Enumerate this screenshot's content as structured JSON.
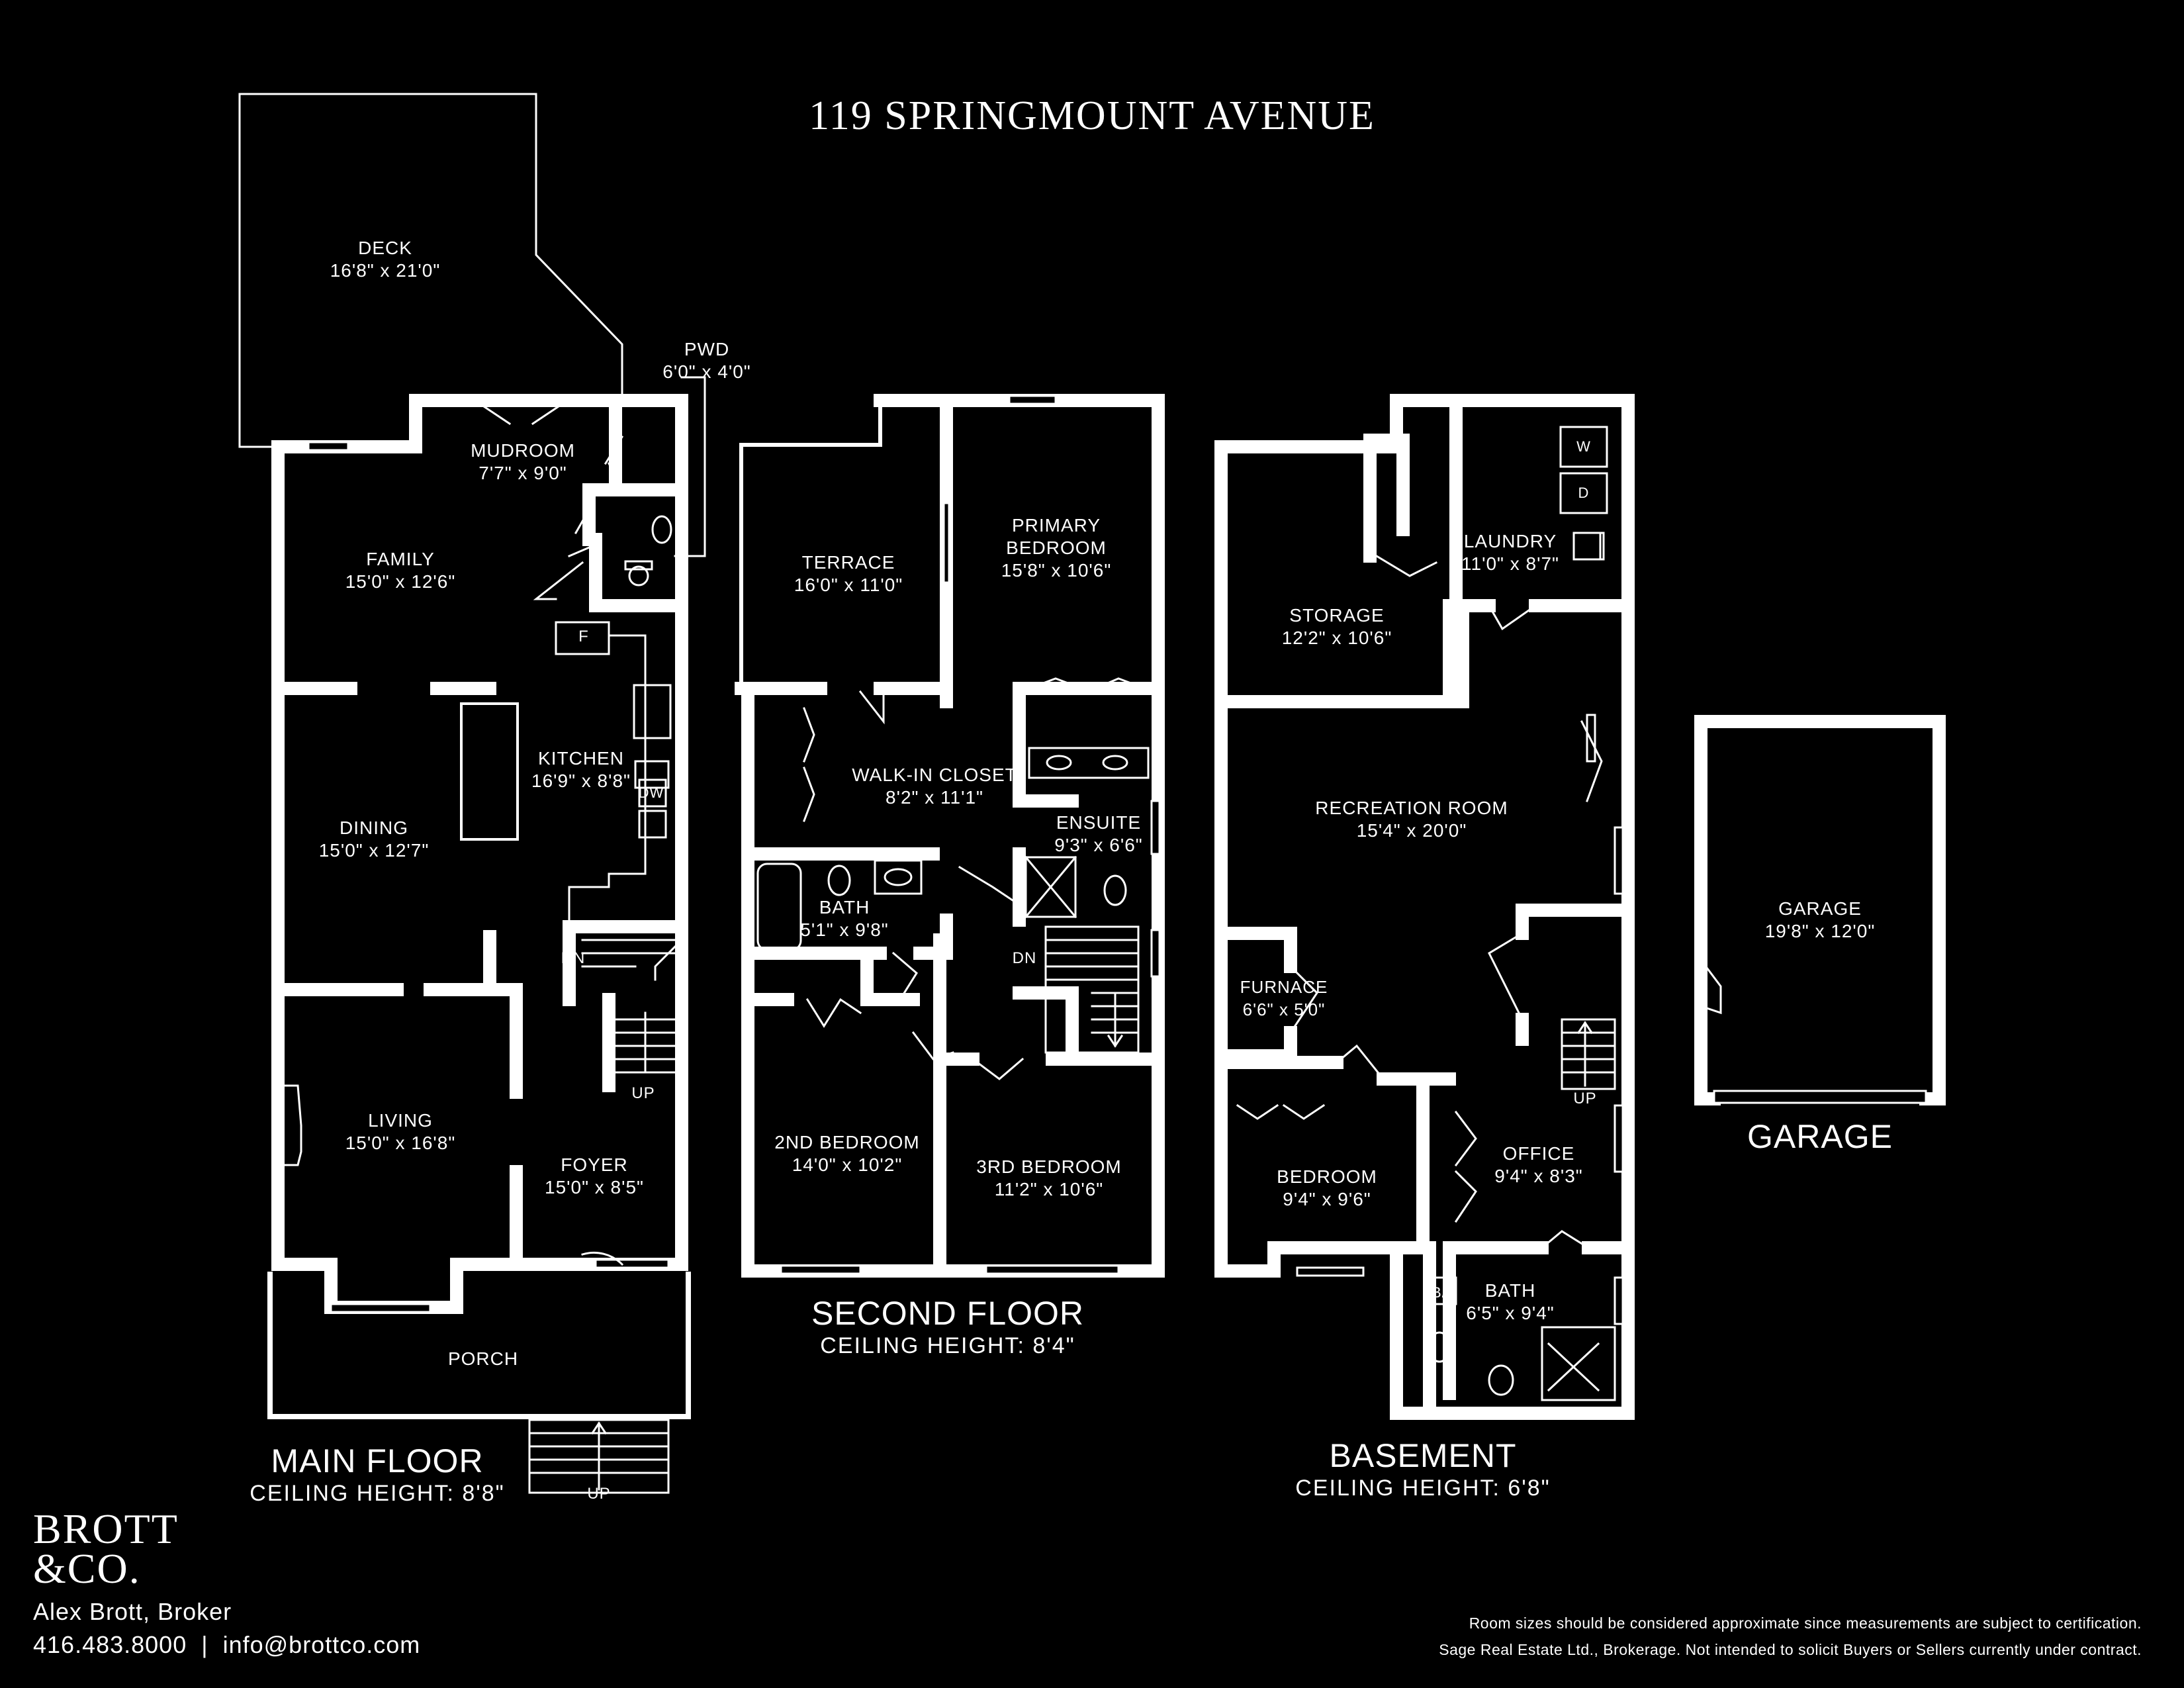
{
  "title": "119 SPRINGMOUNT AVENUE",
  "rooms": [
    {
      "id": "deck",
      "name": "DECK",
      "dim": "16'8\" x 21'0\""
    },
    {
      "id": "pwd",
      "name": "PWD",
      "dim": "6'0\" x 4'0\""
    },
    {
      "id": "mudroom",
      "name": "MUDROOM",
      "dim": "7'7\" x 9'0\""
    },
    {
      "id": "family",
      "name": "FAMILY",
      "dim": "15'0\" x 12'6\""
    },
    {
      "id": "kitchen",
      "name": "KITCHEN",
      "dim": "16'9\" x 8'8\""
    },
    {
      "id": "dining",
      "name": "DINING",
      "dim": "15'0\" x 12'7\""
    },
    {
      "id": "living",
      "name": "LIVING",
      "dim": "15'0\" x 16'8\""
    },
    {
      "id": "foyer",
      "name": "FOYER",
      "dim": "15'0\" x 8'5\""
    },
    {
      "id": "porch",
      "name": "PORCH",
      "dim": ""
    },
    {
      "id": "terrace",
      "name": "TERRACE",
      "dim": "16'0\" x 11'0\""
    },
    {
      "id": "primary",
      "name": "PRIMARY BEDROOM",
      "dim": "15'8\" x 10'6\""
    },
    {
      "id": "walkin",
      "name": "WALK-IN CLOSET",
      "dim": "8'2\" x 11'1\""
    },
    {
      "id": "ensuite",
      "name": "ENSUITE",
      "dim": "9'3\" x 6'6\""
    },
    {
      "id": "bath2",
      "name": "BATH",
      "dim": "5'1\" x 9'8\""
    },
    {
      "id": "bed2",
      "name": "2ND BEDROOM",
      "dim": "14'0\" x 10'2\""
    },
    {
      "id": "bed3",
      "name": "3RD BEDROOM",
      "dim": "11'2\" x 10'6\""
    },
    {
      "id": "storage",
      "name": "STORAGE",
      "dim": "12'2\" x 10'6\""
    },
    {
      "id": "laundry",
      "name": "LAUNDRY",
      "dim": "11'0\" x 8'7\""
    },
    {
      "id": "rec",
      "name": "RECREATION ROOM",
      "dim": "15'4\" x 20'0\""
    },
    {
      "id": "furnace",
      "name": "FURNACE",
      "dim": "6'6\" x 5'0\""
    },
    {
      "id": "bsbed",
      "name": "BEDROOM",
      "dim": "9'4\" x 9'6\""
    },
    {
      "id": "office",
      "name": "OFFICE",
      "dim": "9'4\" x 8'3\""
    },
    {
      "id": "bsbath",
      "name": "BATH",
      "dim": "6'5\" x 9'4\""
    },
    {
      "id": "garage",
      "name": "GARAGE",
      "dim": "19'8\" x 12'0\""
    }
  ],
  "markers": [
    {
      "id": "fridge",
      "text": "F"
    },
    {
      "id": "dw",
      "text": "DW"
    },
    {
      "id": "dn1",
      "text": "DN"
    },
    {
      "id": "up1",
      "text": "UP"
    },
    {
      "id": "up2",
      "text": "UP"
    },
    {
      "id": "dn2",
      "text": "DN"
    },
    {
      "id": "up3",
      "text": "UP"
    },
    {
      "id": "washer",
      "text": "W"
    },
    {
      "id": "dryer",
      "text": "D"
    },
    {
      "id": "bi",
      "text": "B/I"
    }
  ],
  "floors": [
    {
      "id": "main",
      "name": "MAIN FLOOR",
      "ceiling": "CEILING HEIGHT: 8'8\""
    },
    {
      "id": "second",
      "name": "SECOND FLOOR",
      "ceiling": "CEILING HEIGHT: 8'4\""
    },
    {
      "id": "basement",
      "name": "BASEMENT",
      "ceiling": "CEILING HEIGHT: 6'8\""
    },
    {
      "id": "garage",
      "name": "GARAGE",
      "ceiling": ""
    }
  ],
  "brand": {
    "line1": "BROTT",
    "line2": "&CO."
  },
  "contact": {
    "broker": "Alex Brott, Broker",
    "phone_email": "416.483.8000  |  info@brottco.com"
  },
  "disclaimer": {
    "line1": "Room sizes should be considered approximate since measurements are subject to certification.",
    "line2": "Sage Real Estate Ltd., Brokerage. Not intended to solicit Buyers or Sellers currently under contract."
  },
  "colors": {
    "background": "#000000",
    "walls": "#ffffff"
  }
}
